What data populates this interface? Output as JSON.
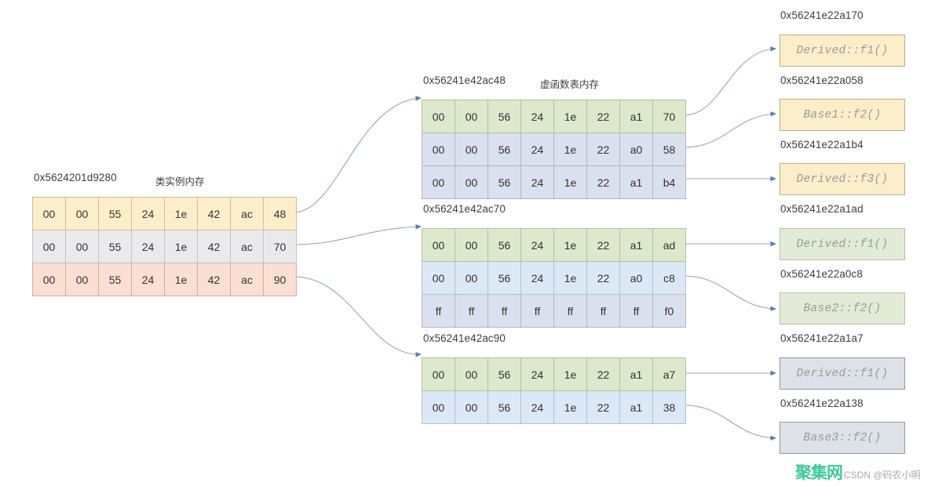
{
  "diagram": {
    "title_instance": "类实例内存",
    "title_vtable": "虚函数表内存"
  },
  "instance": {
    "address": "0x5624201d9280",
    "caption": "类实例内存",
    "rows": [
      {
        "style": "yellow",
        "bytes": [
          "00",
          "00",
          "55",
          "24",
          "1e",
          "42",
          "ac",
          "48"
        ]
      },
      {
        "style": "gray",
        "bytes": [
          "00",
          "00",
          "55",
          "24",
          "1e",
          "42",
          "ac",
          "70"
        ]
      },
      {
        "style": "pink",
        "bytes": [
          "00",
          "00",
          "55",
          "24",
          "1e",
          "42",
          "ac",
          "90"
        ]
      }
    ]
  },
  "vtables": [
    {
      "address": "0x56241e42ac48",
      "caption": "虚函数表内存",
      "rows": [
        {
          "style": "green",
          "bytes": [
            "00",
            "00",
            "56",
            "24",
            "1e",
            "22",
            "a1",
            "70"
          ]
        },
        {
          "style": "lav",
          "bytes": [
            "00",
            "00",
            "56",
            "24",
            "1e",
            "22",
            "a0",
            "58"
          ]
        },
        {
          "style": "lav",
          "bytes": [
            "00",
            "00",
            "56",
            "24",
            "1e",
            "22",
            "a1",
            "b4"
          ]
        }
      ]
    },
    {
      "address": "0x56241e42ac70",
      "caption": "",
      "rows": [
        {
          "style": "green",
          "bytes": [
            "00",
            "00",
            "56",
            "24",
            "1e",
            "22",
            "a1",
            "ad"
          ]
        },
        {
          "style": "blue",
          "bytes": [
            "00",
            "00",
            "56",
            "24",
            "1e",
            "22",
            "a0",
            "c8"
          ]
        },
        {
          "style": "lav",
          "bytes": [
            "ff",
            "ff",
            "ff",
            "ff",
            "ff",
            "ff",
            "ff",
            "f0"
          ]
        }
      ]
    },
    {
      "address": "0x56241e42ac90",
      "caption": "",
      "rows": [
        {
          "style": "green",
          "bytes": [
            "00",
            "00",
            "56",
            "24",
            "1e",
            "22",
            "a1",
            "a7"
          ]
        },
        {
          "style": "blue",
          "bytes": [
            "00",
            "00",
            "56",
            "24",
            "1e",
            "22",
            "a1",
            "38"
          ]
        }
      ]
    }
  ],
  "functions": [
    {
      "address": "0x56241e22a170",
      "label": "Derived::f1()",
      "style": "yellow"
    },
    {
      "address": "0x56241e22a058",
      "label": "Base1::f2()",
      "style": "yellow"
    },
    {
      "address": "0x56241e22a1b4",
      "label": "Derived::f3()",
      "style": "yellow"
    },
    {
      "address": "0x56241e22a1ad",
      "label": "Derived::f1()",
      "style": "green"
    },
    {
      "address": "0x56241e22a0c8",
      "label": "Base2::f2()",
      "style": "green"
    },
    {
      "address": "0x56241e22a1a7",
      "label": "Derived::f1()",
      "style": "slate"
    },
    {
      "address": "0x56241e22a138",
      "label": "Base3::f2()",
      "style": "slate"
    }
  ],
  "watermark": {
    "logo": "聚集网",
    "text": "CSDN @码农小明"
  },
  "colors": {
    "yellow": "#fdeeca",
    "gray": "#eaeaed",
    "pink": "#fadfd2",
    "green": "#dde8cd",
    "lavender": "#dbe0ee",
    "blue": "#dce8f5",
    "wire": "#8fa9c4",
    "watermark_green": "#3ec79a"
  }
}
